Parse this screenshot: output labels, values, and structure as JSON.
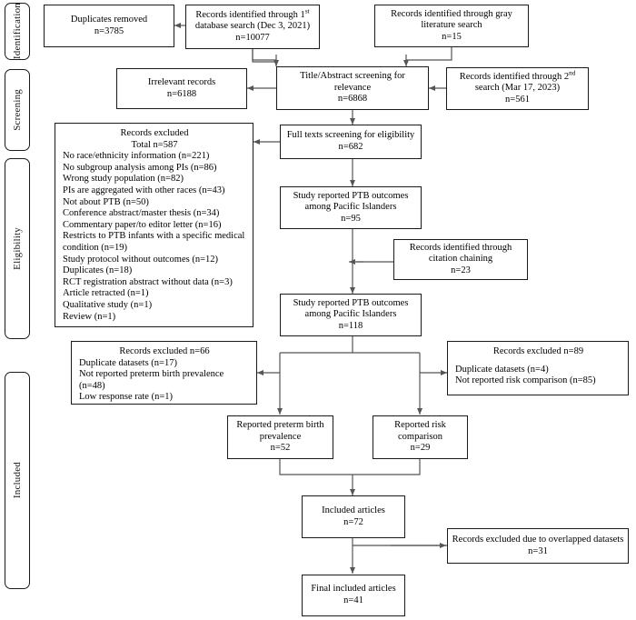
{
  "diagram": {
    "title": "PRISMA study selection flow diagram",
    "stages": [
      {
        "label": "Identification"
      },
      {
        "label": "Screening"
      },
      {
        "label": "Eligibility"
      },
      {
        "label": "Included"
      }
    ],
    "nodes": {
      "duplicates_removed": {
        "line1": "Duplicates removed",
        "line2": "n=3785"
      },
      "db_search": {
        "line1a": "Records identified through 1",
        "line1sup": "st",
        "line2": "database search (Dec 3, 2021)",
        "line3": "n=10077"
      },
      "gray_lit": {
        "line1": "Records identified through gray",
        "line2": "literature search",
        "line3": "n=15"
      },
      "irrelevant": {
        "line1": "Irrelevant records",
        "line2": "n=6188"
      },
      "title_abstract": {
        "line1": "Title/Abstract screening for",
        "line2": "relevance",
        "line3": "n=6868"
      },
      "second_search": {
        "line1a": "Records identified through 2",
        "line1sup": "nd",
        "line2": "search (Mar 17, 2023)",
        "line3": "n=561"
      },
      "excluded_587": {
        "header1": "Records excluded",
        "header2": "Total n=587",
        "items": [
          "No race/ethnicity information (n=221)",
          "No subgroup analysis among PIs (n=86)",
          "Wrong study population (n=82)",
          "PIs are aggregated with other races (n=43)",
          "Not about PTB (n=50)",
          "Conference abstract/master thesis (n=34)",
          "Commentary paper/to editor letter (n=16)",
          "Restricts to PTB infants with a specific medical condition (n=19)",
          "Study protocol without outcomes (n=12)",
          "Duplicates (n=18)",
          "RCT registration abstract without data (n=3)",
          "Article retracted (n=1)",
          "Qualitative study (n=1)",
          "Review (n=1)"
        ]
      },
      "full_texts": {
        "line1": "Full texts screening for eligibility",
        "line2": "n=682"
      },
      "ptb_95": {
        "line1": "Study reported PTB outcomes",
        "line2": "among Pacific Islanders",
        "line3": "n=95"
      },
      "citation_chaining": {
        "line1": "Records identified through",
        "line2": "citation chaining",
        "line3": "n=23"
      },
      "ptb_118": {
        "line1": "Study reported PTB outcomes",
        "line2": "among Pacific Islanders",
        "line3": "n=118"
      },
      "excluded_66": {
        "header": "Records excluded n=66",
        "items": [
          "Duplicate datasets (n=17)",
          "Not reported preterm birth prevalence (n=48)",
          "Low response rate (n=1)"
        ]
      },
      "excluded_89": {
        "header": "Records excluded n=89",
        "items": [
          "Duplicate datasets (n=4)",
          "Not reported risk comparison (n=85)"
        ]
      },
      "preterm_prev": {
        "line1": "Reported preterm birth",
        "line2": "prevalence",
        "line3": "n=52"
      },
      "risk_comparison": {
        "line1": "Reported risk",
        "line2": "comparison",
        "line3": "n=29"
      },
      "included_articles": {
        "line1": "Included articles",
        "line2": "n=72"
      },
      "overlapped": {
        "line1": "Records excluded due to overlapped datasets",
        "line2": "n=31"
      },
      "final_included": {
        "line1": "Final included articles",
        "line2": "n=41"
      }
    },
    "colors": {
      "stroke": "#1a1a1a",
      "connector": "#555555",
      "background": "#ffffff"
    }
  }
}
